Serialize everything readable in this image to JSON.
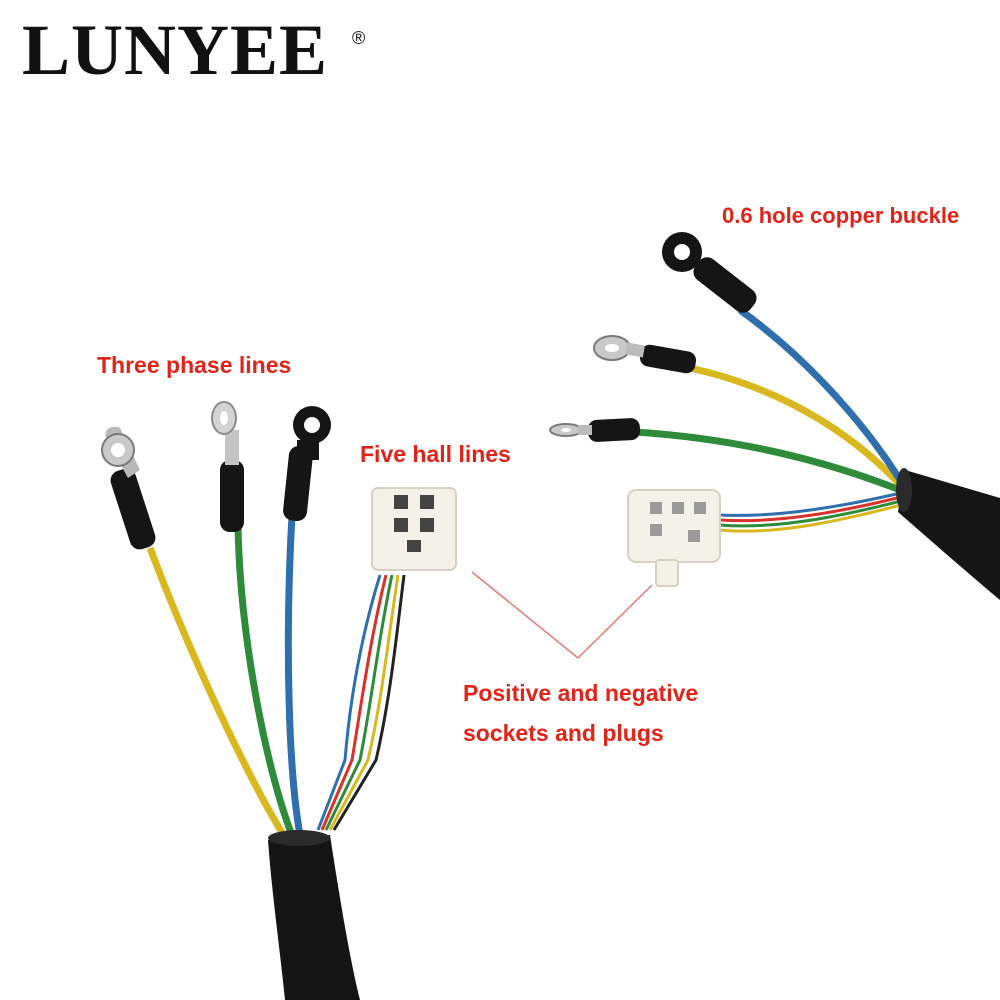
{
  "brand": {
    "name": "LUNYEE",
    "registered_mark": "®"
  },
  "labels": {
    "three_phase": "Three phase lines",
    "five_hall": "Five hall lines",
    "copper_buckle": "0.6 hole copper buckle",
    "sockets_line1": "Positive and negative",
    "sockets_line2": "sockets and plugs"
  },
  "colors": {
    "label_red": "#e2231a",
    "wire_yellow": "#d9b81f",
    "wire_green": "#2e8b3a",
    "wire_blue": "#2f6fae",
    "sheath_black": "#151515",
    "connector_white": "#f4f1ea"
  }
}
